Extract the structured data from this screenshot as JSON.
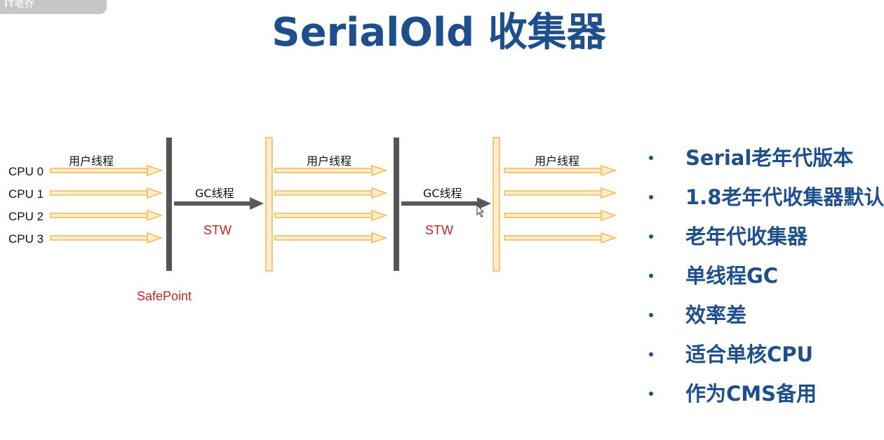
{
  "corner_badge": "IT老乔",
  "title": "SerialOld 收集器",
  "diagram": {
    "cpu_labels": [
      "CPU 0",
      "CPU 1",
      "CPU 2",
      "CPU 3"
    ],
    "user_thread_label": "用户线程",
    "gc_thread_label": "GC线程",
    "stw_label": "STW",
    "safepoint_label": "SafePoint",
    "colors": {
      "user_arrow": "#f3bc4e",
      "user_arrow_fill": "#fdeccd",
      "gc_arrow": "#5a5a5a",
      "barrier_dark": "#555555",
      "barrier_light": "#fdeccd",
      "label_red": "#c0272d"
    }
  },
  "bullets": [
    "Serial老年代版本",
    "1.8老年代收集器默认",
    "老年代收集器",
    "单线程GC",
    "效率差",
    "适合单核CPU",
    "作为CMS备用"
  ]
}
